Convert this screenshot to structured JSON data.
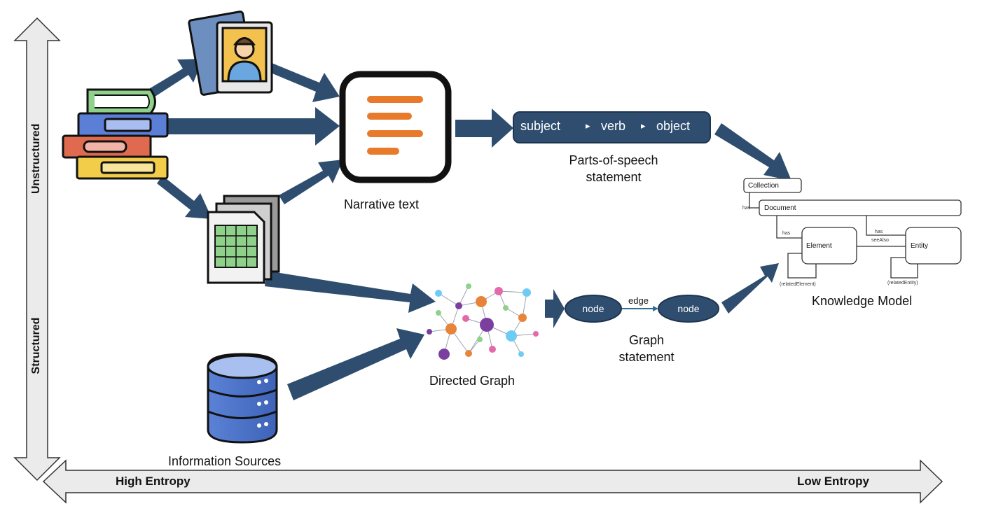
{
  "axes": {
    "vertical_top": "Unstructured",
    "vertical_bottom": "Structured",
    "horizontal_left": "High Entropy",
    "horizontal_right": "Low Entropy"
  },
  "labels": {
    "information_sources": "Information Sources",
    "narrative_text": "Narrative text",
    "directed_graph": "Directed Graph",
    "pos_line1": "Parts-of-speech",
    "pos_line2": "statement",
    "graph_line1": "Graph",
    "graph_line2": "statement",
    "knowledge_model": "Knowledge Model"
  },
  "pos_statement": {
    "subject": "subject",
    "verb": "verb",
    "object": "object",
    "separator": "▸"
  },
  "graph_statement": {
    "node_left": "node",
    "edge": "edge",
    "node_right": "node"
  },
  "knowledge_model": {
    "collection": "Collection",
    "document": "Document",
    "element": "Element",
    "entity": "Entity",
    "has_1": "has",
    "has_2": "has",
    "has_3": "has",
    "see_also": "seeAlso",
    "related_element": "(relatedElement)",
    "related_entity": "(relatedEntity)"
  },
  "colors": {
    "arrow": "#2f4e6f",
    "pill": "#2f4e6f",
    "axis_fill": "#ebebeb",
    "doc_orange": "#e87a2c"
  },
  "icons": [
    "books-icon",
    "photos-icon",
    "spreadsheet-icon",
    "database-icon",
    "narrative-text-icon",
    "network-graph-icon"
  ]
}
